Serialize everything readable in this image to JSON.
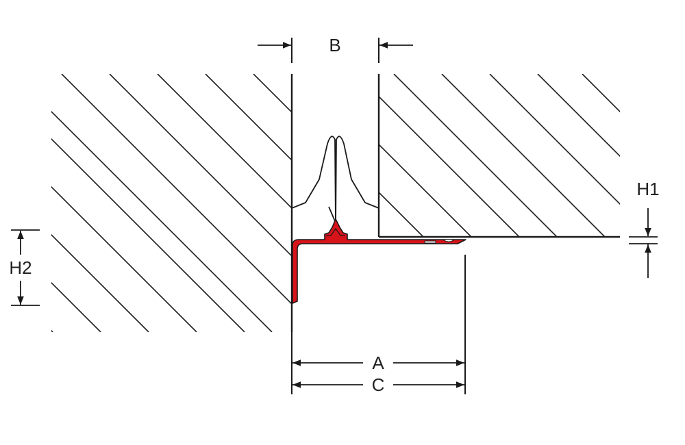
{
  "colors": {
    "line": "#1a1a1a",
    "profile": "#d7141a",
    "profile_outline": "#1a1a1a",
    "background": "#ffffff"
  },
  "labels": {
    "B": "B",
    "H1": "H1",
    "H2": "H2",
    "A": "A",
    "C": "C"
  }
}
